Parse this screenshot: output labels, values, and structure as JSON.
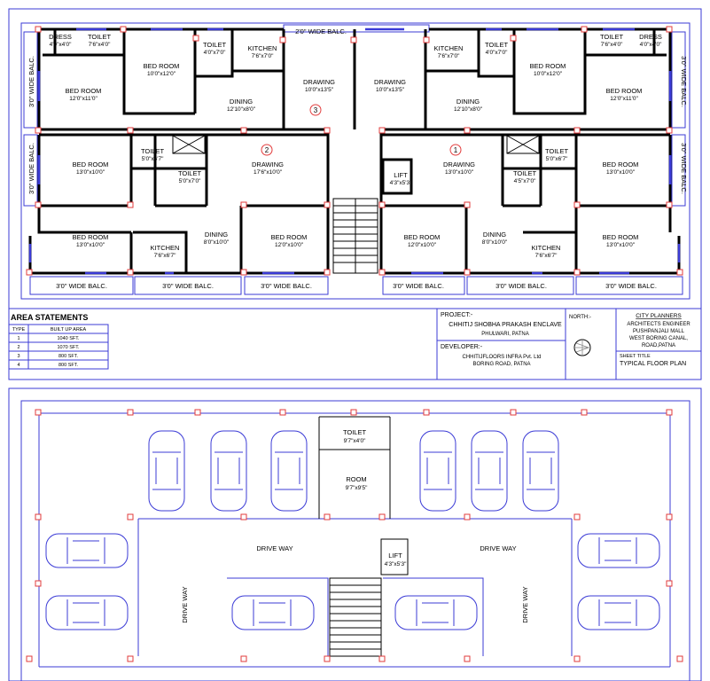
{
  "rooms_top": [
    {
      "name": "DRESS",
      "dim": "4'0\"x4'0\""
    },
    {
      "name": "TOILET",
      "dim": "7'6\"x4'0\""
    },
    {
      "name": "BED ROOM",
      "dim": "10'0\"x12'0\""
    },
    {
      "name": "TOILET",
      "dim": "4'0\"x7'0\""
    },
    {
      "name": "KITCHEN",
      "dim": "7'6\"x7'0\""
    },
    {
      "name": "BED ROOM",
      "dim": "12'0\"x11'0\""
    },
    {
      "name": "DINING",
      "dim": "12'10\"x8'0\""
    },
    {
      "name": "DRAWING",
      "dim": "10'0\"x13'5\""
    },
    {
      "name": "DRAWING",
      "dim": "10'0\"x13'5\""
    },
    {
      "name": "KITCHEN",
      "dim": "7'6\"x7'0\""
    },
    {
      "name": "TOILET",
      "dim": "4'0\"x7'0\""
    },
    {
      "name": "BED ROOM",
      "dim": "10'0\"x12'0\""
    },
    {
      "name": "TOILET",
      "dim": "7'6\"x4'0\""
    },
    {
      "name": "DRESS",
      "dim": "4'0\"x4'0\""
    },
    {
      "name": "DINING",
      "dim": "12'10\"x8'0\""
    },
    {
      "name": "BED ROOM",
      "dim": "12'0\"x11'0\""
    },
    {
      "name": "BED ROOM",
      "dim": "13'0\"x10'0\""
    },
    {
      "name": "TOILET",
      "dim": "5'0\"x6'7\""
    },
    {
      "name": "TOILET",
      "dim": "5'0\"x7'0\""
    },
    {
      "name": "DRAWING",
      "dim": "17'6\"x10'0\""
    },
    {
      "name": "LIFT",
      "dim": "4'3\"x5'3\""
    },
    {
      "name": "DRAWING",
      "dim": "13'0\"x10'0\""
    },
    {
      "name": "TOILET",
      "dim": "4'5\"x7'0\""
    },
    {
      "name": "TOILET",
      "dim": "5'0\"x6'7\""
    },
    {
      "name": "BED ROOM",
      "dim": "13'0\"x10'0\""
    },
    {
      "name": "BED ROOM",
      "dim": "13'0\"x10'0\""
    },
    {
      "name": "KITCHEN",
      "dim": "7'6\"x6'7\""
    },
    {
      "name": "DINING",
      "dim": "8'0\"x10'0\""
    },
    {
      "name": "BED ROOM",
      "dim": "12'0\"x10'0\""
    },
    {
      "name": "BED ROOM",
      "dim": "12'0\"x10'0\""
    },
    {
      "name": "DINING",
      "dim": "8'0\"x10'0\""
    },
    {
      "name": "KITCHEN",
      "dim": "7'6\"x6'7\""
    },
    {
      "name": "BED ROOM",
      "dim": "13'0\"x10'0\""
    }
  ],
  "balconies": {
    "top": "2'0\" WIDE BALC.",
    "side": "3'0\" WIDE BALC.",
    "bottom": "3'0\" WIDE BALC."
  },
  "flat_numbers": [
    "1",
    "2",
    "3"
  ],
  "area_statements": {
    "title": "AREA STATEMENTS",
    "headers": [
      "TYPE",
      "BUILT UP AREA"
    ],
    "rows": [
      [
        "1",
        "1040 SFT."
      ],
      [
        "2",
        "1070 SFT."
      ],
      [
        "3",
        "800 SFT."
      ],
      [
        "4",
        "800 SFT."
      ]
    ]
  },
  "project": {
    "label": "PROJECT:-",
    "name": "CHHITIJ SHOBHA PRAKASH ENCLAVE",
    "location": "PHULWARI, PATNA"
  },
  "developer": {
    "label": "DEVELOPER:-",
    "name": "CHHITIJFLOORS INFRA Pvt. Ltd",
    "location": "BORING ROAD, PATNA"
  },
  "north": {
    "label": "NORTH:-"
  },
  "planners": {
    "title": "CITY PLANNERS",
    "lines": [
      "ARCHITECTS  ENGINEER",
      "PUSHPANJALI MALL",
      "WEST BORING CANAL,",
      "ROAD,PATNA"
    ]
  },
  "sheet": {
    "label": "SHEET TITLE",
    "title": "TYPICAL FLOOR PLAN"
  },
  "parking": {
    "toilet": {
      "name": "TOILET",
      "dim": "9'7\"x4'0\""
    },
    "room": {
      "name": "ROOM",
      "dim": "9'7\"x9'5\""
    },
    "lift": {
      "name": "LIFT",
      "dim": "4'3\"x5'3\""
    },
    "driveway": "DRIVE WAY"
  }
}
